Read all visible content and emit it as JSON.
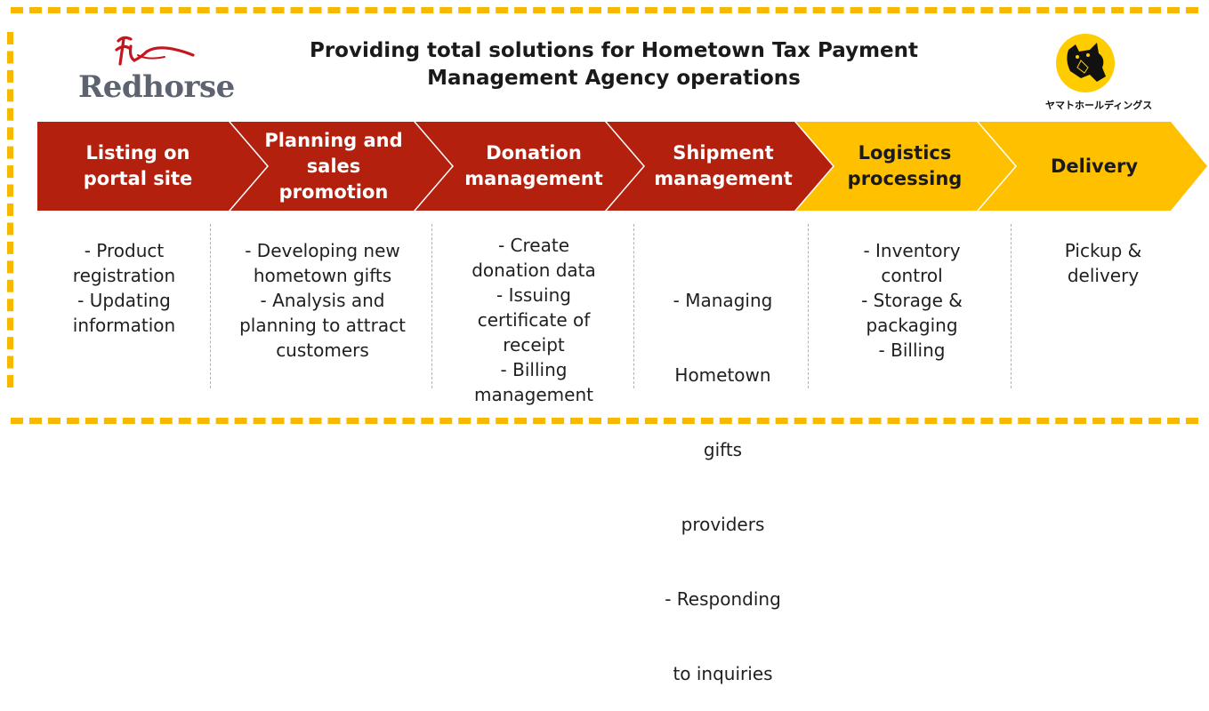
{
  "title": {
    "line1": "Providing total solutions for Hometown Tax Payment",
    "line2": "Management Agency operations"
  },
  "logos": {
    "left_wordmark": "Redhorse",
    "right_caption": "ヤマトホールディングス"
  },
  "colors": {
    "red": "#b3200e",
    "yellow": "#ffc000",
    "frame": "#f6b800"
  },
  "steps": [
    {
      "label1": "Listing on",
      "label2": "portal site",
      "label3": ""
    },
    {
      "label1": "Planning and",
      "label2": "sales",
      "label3": "promotion"
    },
    {
      "label1": "Donation",
      "label2": "management",
      "label3": ""
    },
    {
      "label1": "Shipment",
      "label2": "management",
      "label3": ""
    },
    {
      "label1": "Logistics",
      "label2": "processing",
      "label3": ""
    },
    {
      "label1": "Delivery",
      "label2": "",
      "label3": ""
    }
  ],
  "details": [
    [
      "- Product",
      "registration",
      "- Updating",
      "information"
    ],
    [
      "- Developing new",
      "hometown gifts",
      "- Analysis and",
      "planning to attract",
      "customers"
    ],
    [
      "- Create",
      "donation data",
      "- Issuing",
      "certificate of",
      "receipt",
      "- Billing",
      "management"
    ],
    [
      "-      Managing",
      "Hometown",
      "gifts",
      "providers",
      "-      Responding",
      "to inquiries"
    ],
    [
      "- Inventory",
      "control",
      "- Storage &",
      "packaging",
      "- Billing"
    ],
    [
      "Pickup &",
      "delivery"
    ]
  ]
}
